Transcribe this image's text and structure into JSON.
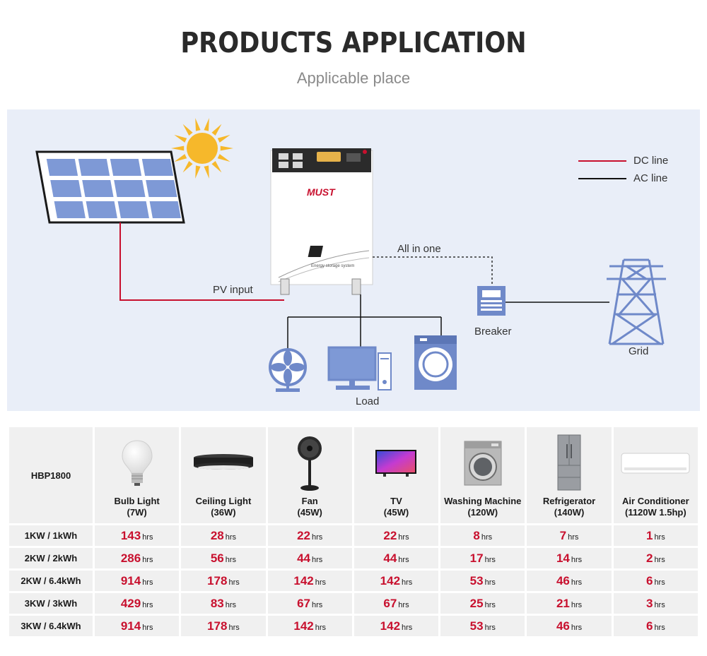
{
  "header": {
    "title": "PRODUCTS APPLICATION",
    "subtitle": "Applicable place"
  },
  "diagram": {
    "legend": [
      {
        "label": "DC line",
        "color": "#c8102e"
      },
      {
        "label": "AC line",
        "color": "#111111"
      }
    ],
    "labels": {
      "pv_input": "PV input",
      "all_in_one": "All in one",
      "breaker": "Breaker",
      "grid": "Grid",
      "load": "Load",
      "brand": "MUST",
      "unit_caption": "Energy storage system"
    },
    "colors": {
      "panel_blue": "#7e99d6",
      "icon_blue": "#6f89c9",
      "sun": "#f6b82b",
      "dc_line": "#c8102e",
      "ac_line": "#111111"
    }
  },
  "table": {
    "model": "HBP1800",
    "appliances": [
      {
        "name": "Bulb Light",
        "power": "(7W)",
        "icon": "bulb-icon"
      },
      {
        "name": "Ceiling Light",
        "power": "(36W)",
        "icon": "ceiling-light-icon"
      },
      {
        "name": "Fan",
        "power": "(45W)",
        "icon": "fan-icon"
      },
      {
        "name": "TV",
        "power": "(45W)",
        "icon": "tv-icon"
      },
      {
        "name": "Washing Machine",
        "power": "(120W)",
        "icon": "washing-machine-icon"
      },
      {
        "name": "Refrigerator",
        "power": "(140W)",
        "icon": "refrigerator-icon"
      },
      {
        "name": "Air Conditioner",
        "power": "(1120W 1.5hp)",
        "icon": "air-conditioner-icon"
      }
    ],
    "unit": "hrs",
    "rows": [
      {
        "label": "1KW / 1kWh",
        "values": [
          "143",
          "28",
          "22",
          "22",
          "8",
          "7",
          "1"
        ]
      },
      {
        "label": "2KW / 2kWh",
        "values": [
          "286",
          "56",
          "44",
          "44",
          "17",
          "14",
          "2"
        ]
      },
      {
        "label": "2KW / 6.4kWh",
        "values": [
          "914",
          "178",
          "142",
          "142",
          "53",
          "46",
          "6"
        ]
      },
      {
        "label": "3KW / 3kWh",
        "values": [
          "429",
          "83",
          "67",
          "67",
          "25",
          "21",
          "3"
        ]
      },
      {
        "label": "3KW / 6.4kWh",
        "values": [
          "914",
          "178",
          "142",
          "142",
          "53",
          "46",
          "6"
        ]
      }
    ]
  }
}
